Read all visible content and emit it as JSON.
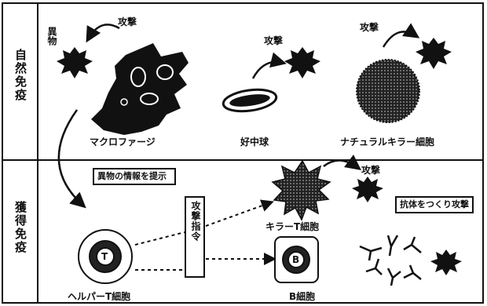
{
  "sections": {
    "innate": "自然免疫",
    "adaptive": "獲得免疫"
  },
  "labels": {
    "attack_macrophage": "攻撃",
    "foreign_body": "異物",
    "attack_neutrophil": "攻撃",
    "attack_nk": "攻撃",
    "macrophage": "マクロファージ",
    "neutrophil": "好中球",
    "nk_cell": "ナチュラルキラー細胞",
    "attack_killer": "攻撃",
    "killer_t": "キラーT細胞",
    "b_cell": "B細胞",
    "helper_t": "ヘルパーT細胞",
    "present_info": "異物の情報を提示",
    "attack_command": "攻撃指令",
    "antibody_attack": "抗体をつくり攻撃",
    "t_letter": "T",
    "b_letter": "B"
  }
}
